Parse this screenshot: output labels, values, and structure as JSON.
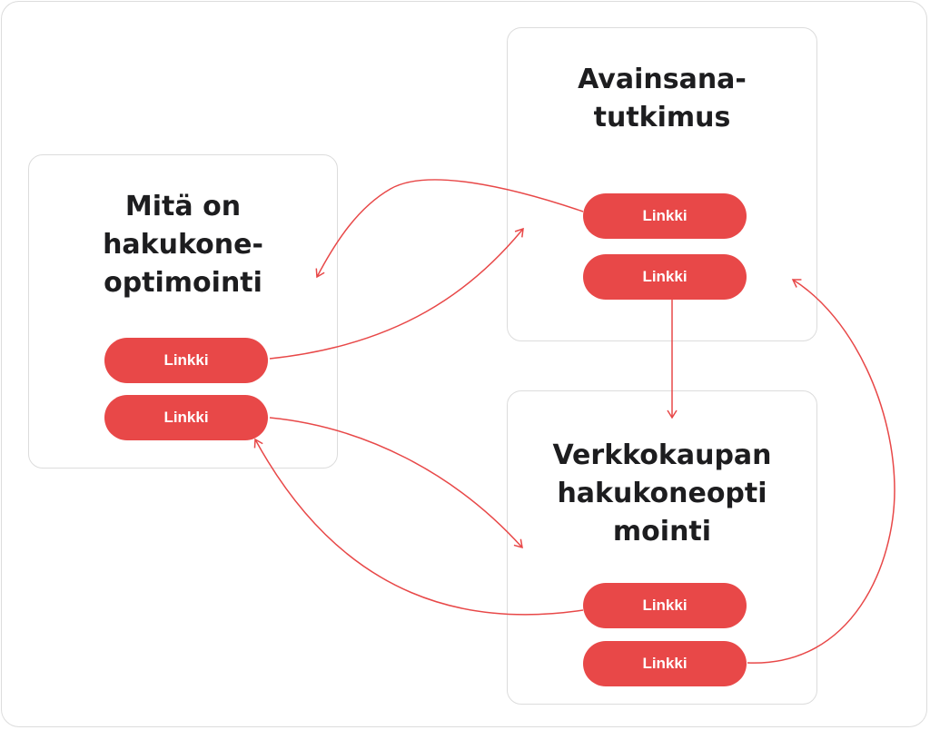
{
  "colors": {
    "accent": "#e84848",
    "border": "#dcdcdc",
    "text": "#1d1d1f"
  },
  "cards": {
    "seo": {
      "title": "Mitä on\nhakukone-\noptimointi",
      "links": [
        "Linkki",
        "Linkki"
      ]
    },
    "keyword": {
      "title": "Avainsana-\ntutkimus",
      "links": [
        "Linkki",
        "Linkki"
      ]
    },
    "ecommerce": {
      "title": "Verkkokaupan\nhakukoneopti\nmointi",
      "links": [
        "Linkki",
        "Linkki"
      ]
    }
  }
}
